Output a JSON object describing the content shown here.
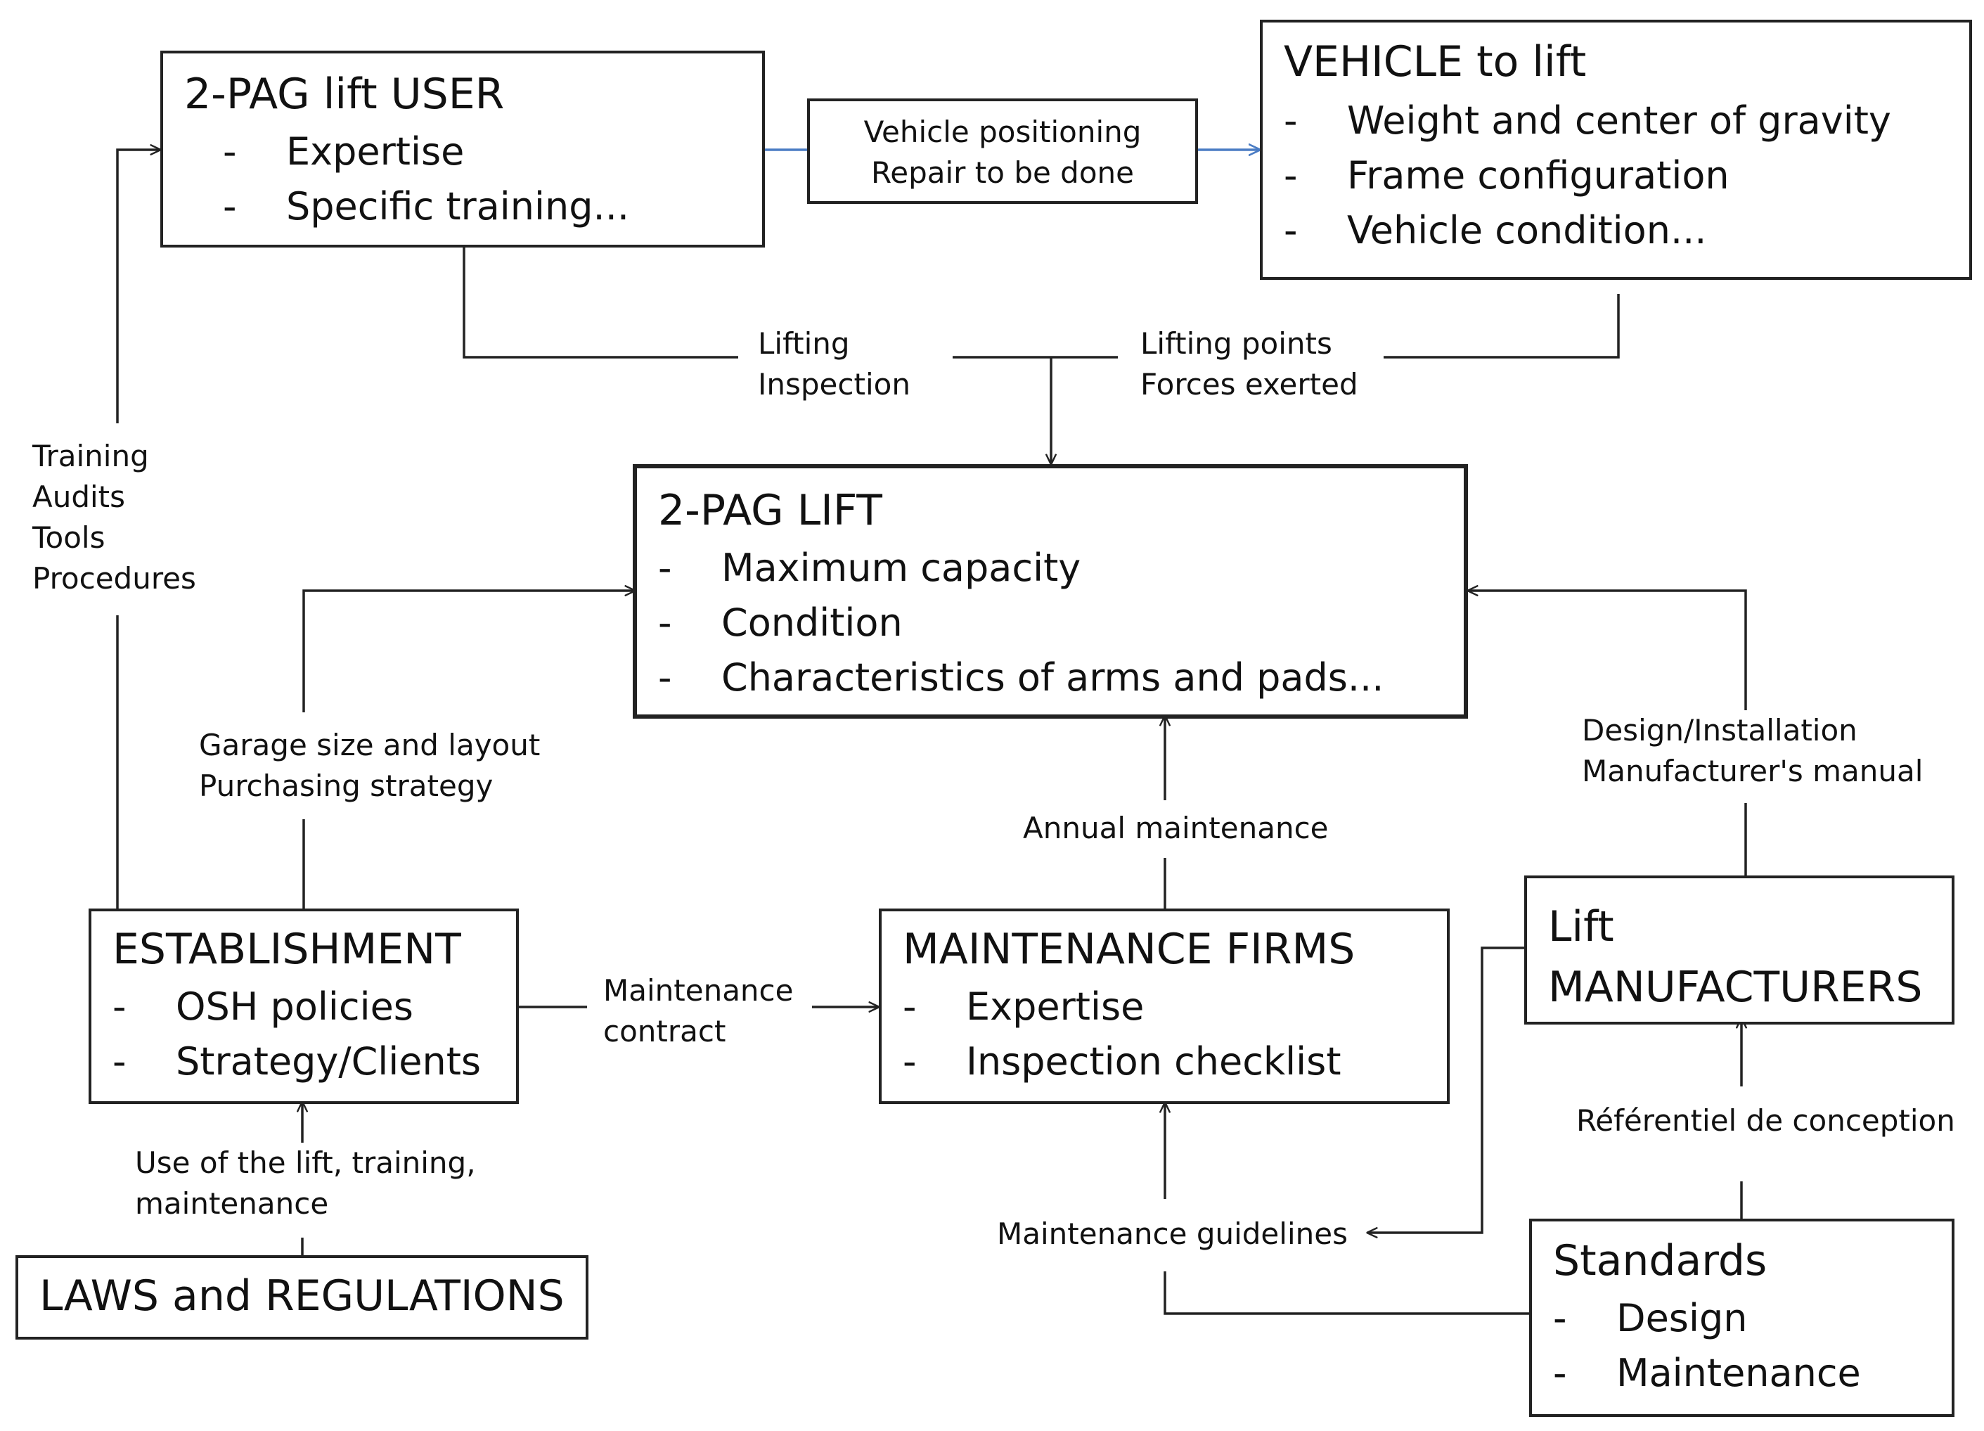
{
  "boxes": {
    "user": {
      "title": "2-PAG lift USER",
      "items": [
        "Expertise",
        "Specific training..."
      ]
    },
    "vehicle": {
      "title": "VEHICLE to lift",
      "items": [
        "Weight and center of gravity",
        "Frame configuration",
        "Vehicle condition..."
      ]
    },
    "lift": {
      "title": "2-PAG LIFT",
      "items": [
        "Maximum capacity",
        "Condition",
        "Characteristics of arms and pads..."
      ]
    },
    "establishment": {
      "title": "ESTABLISHMENT",
      "items": [
        "OSH policies",
        "Strategy/Clients"
      ]
    },
    "maintenance_firms": {
      "title": "MAINTENANCE FIRMS",
      "items": [
        "Expertise",
        "Inspection checklist"
      ]
    },
    "manufacturers": {
      "title_lines": [
        "Lift",
        "MANUFACTURERS"
      ]
    },
    "standards": {
      "title": "Standards",
      "items": [
        "Design",
        "Maintenance"
      ]
    },
    "laws": {
      "title": "LAWS and REGULATIONS"
    },
    "positioning": {
      "lines": [
        "Vehicle positioning",
        "Repair to be done"
      ]
    }
  },
  "dash": "-",
  "labels": {
    "lifting_inspection": [
      "Lifting",
      "Inspection"
    ],
    "lifting_points": [
      "Lifting points",
      "Forces exerted"
    ],
    "training": [
      "Training",
      "Audits",
      "Tools",
      "Procedures"
    ],
    "garage": [
      "Garage size and layout",
      "Purchasing strategy"
    ],
    "design_installation": [
      "Design/Installation",
      "Manufacturer's manual"
    ],
    "annual": [
      "Annual maintenance"
    ],
    "maintenance_contract": [
      "Maintenance",
      "contract"
    ],
    "use_of_lift": [
      "Use of the lift, training,",
      "maintenance"
    ],
    "referentiel": [
      "Référentiel de conception"
    ],
    "guidelines": [
      "Maintenance guidelines"
    ]
  },
  "colors": {
    "blue_arrow": "#4a7cc4",
    "line": "#222222"
  }
}
